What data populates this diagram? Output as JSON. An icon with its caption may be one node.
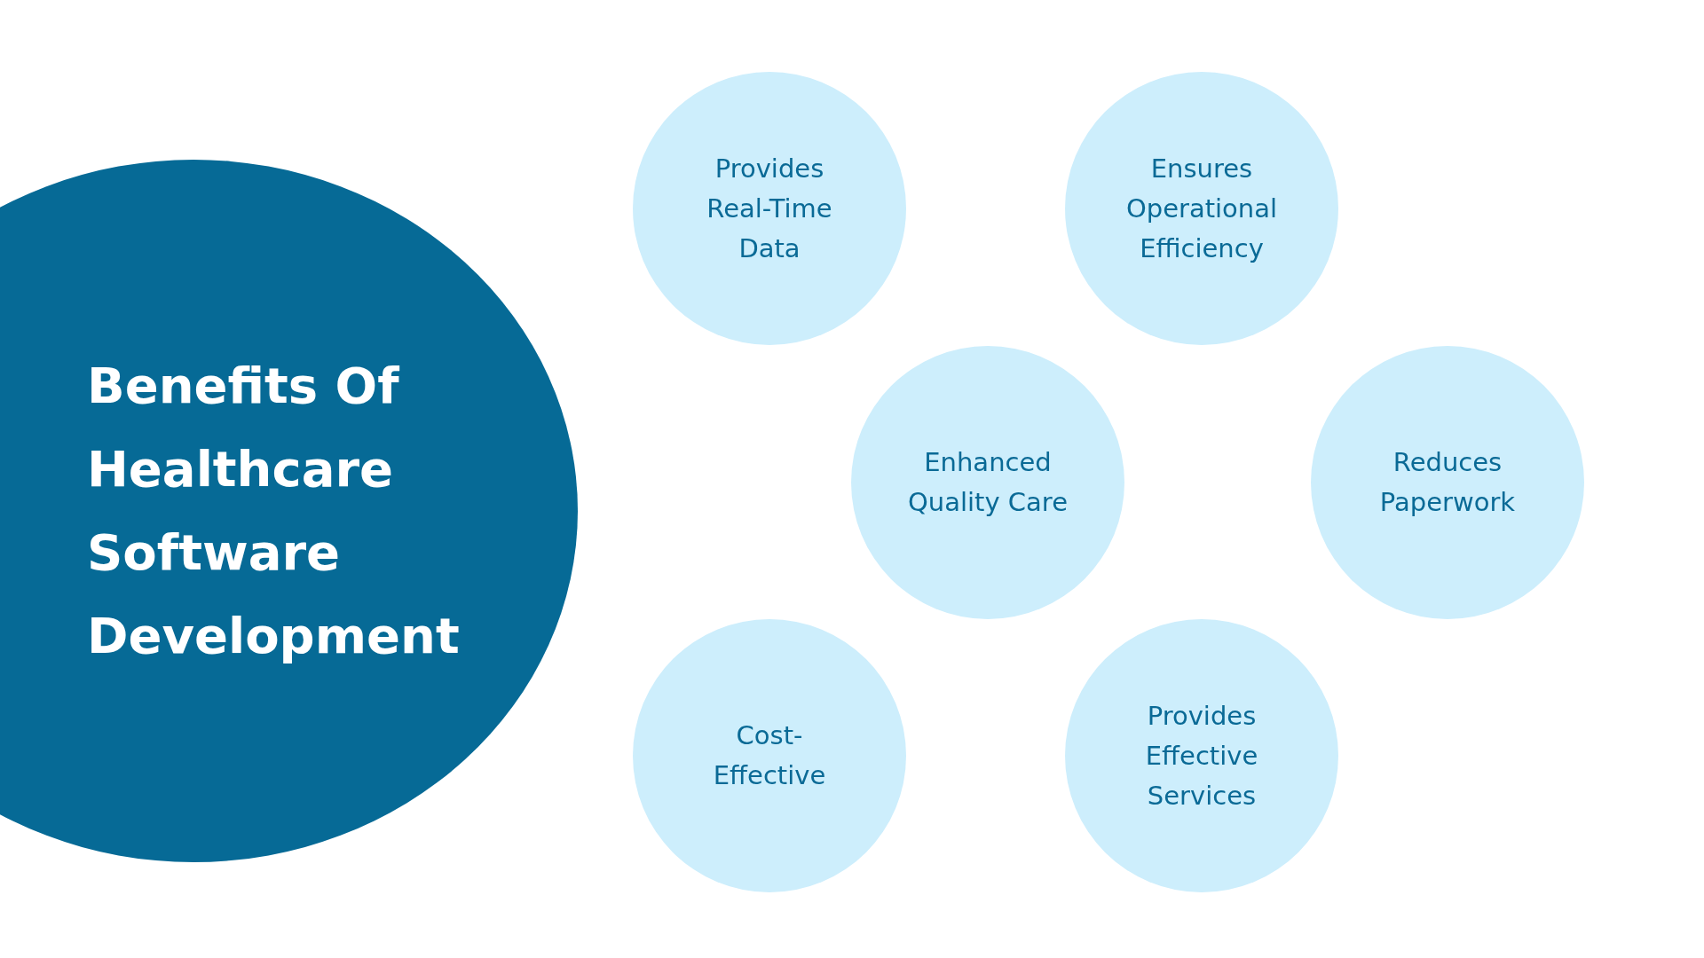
{
  "diagram": {
    "nodes": [
      {
        "text": [
          "Benefits Of Healthcare Software Development"
        ]
      },
      {
        "text": [
          "Provides Real-Time Data"
        ]
      },
      {
        "text": [
          "Ensures Operational Efficiency"
        ]
      },
      {
        "text": [
          "Enhanced Quality Care"
        ]
      },
      {
        "text": [
          "Reduces Paperwork"
        ]
      },
      {
        "text": [
          "Cost-Effective"
        ]
      },
      {
        "text": [
          "Provides Effective Services"
        ]
      }
    ]
  }
}
